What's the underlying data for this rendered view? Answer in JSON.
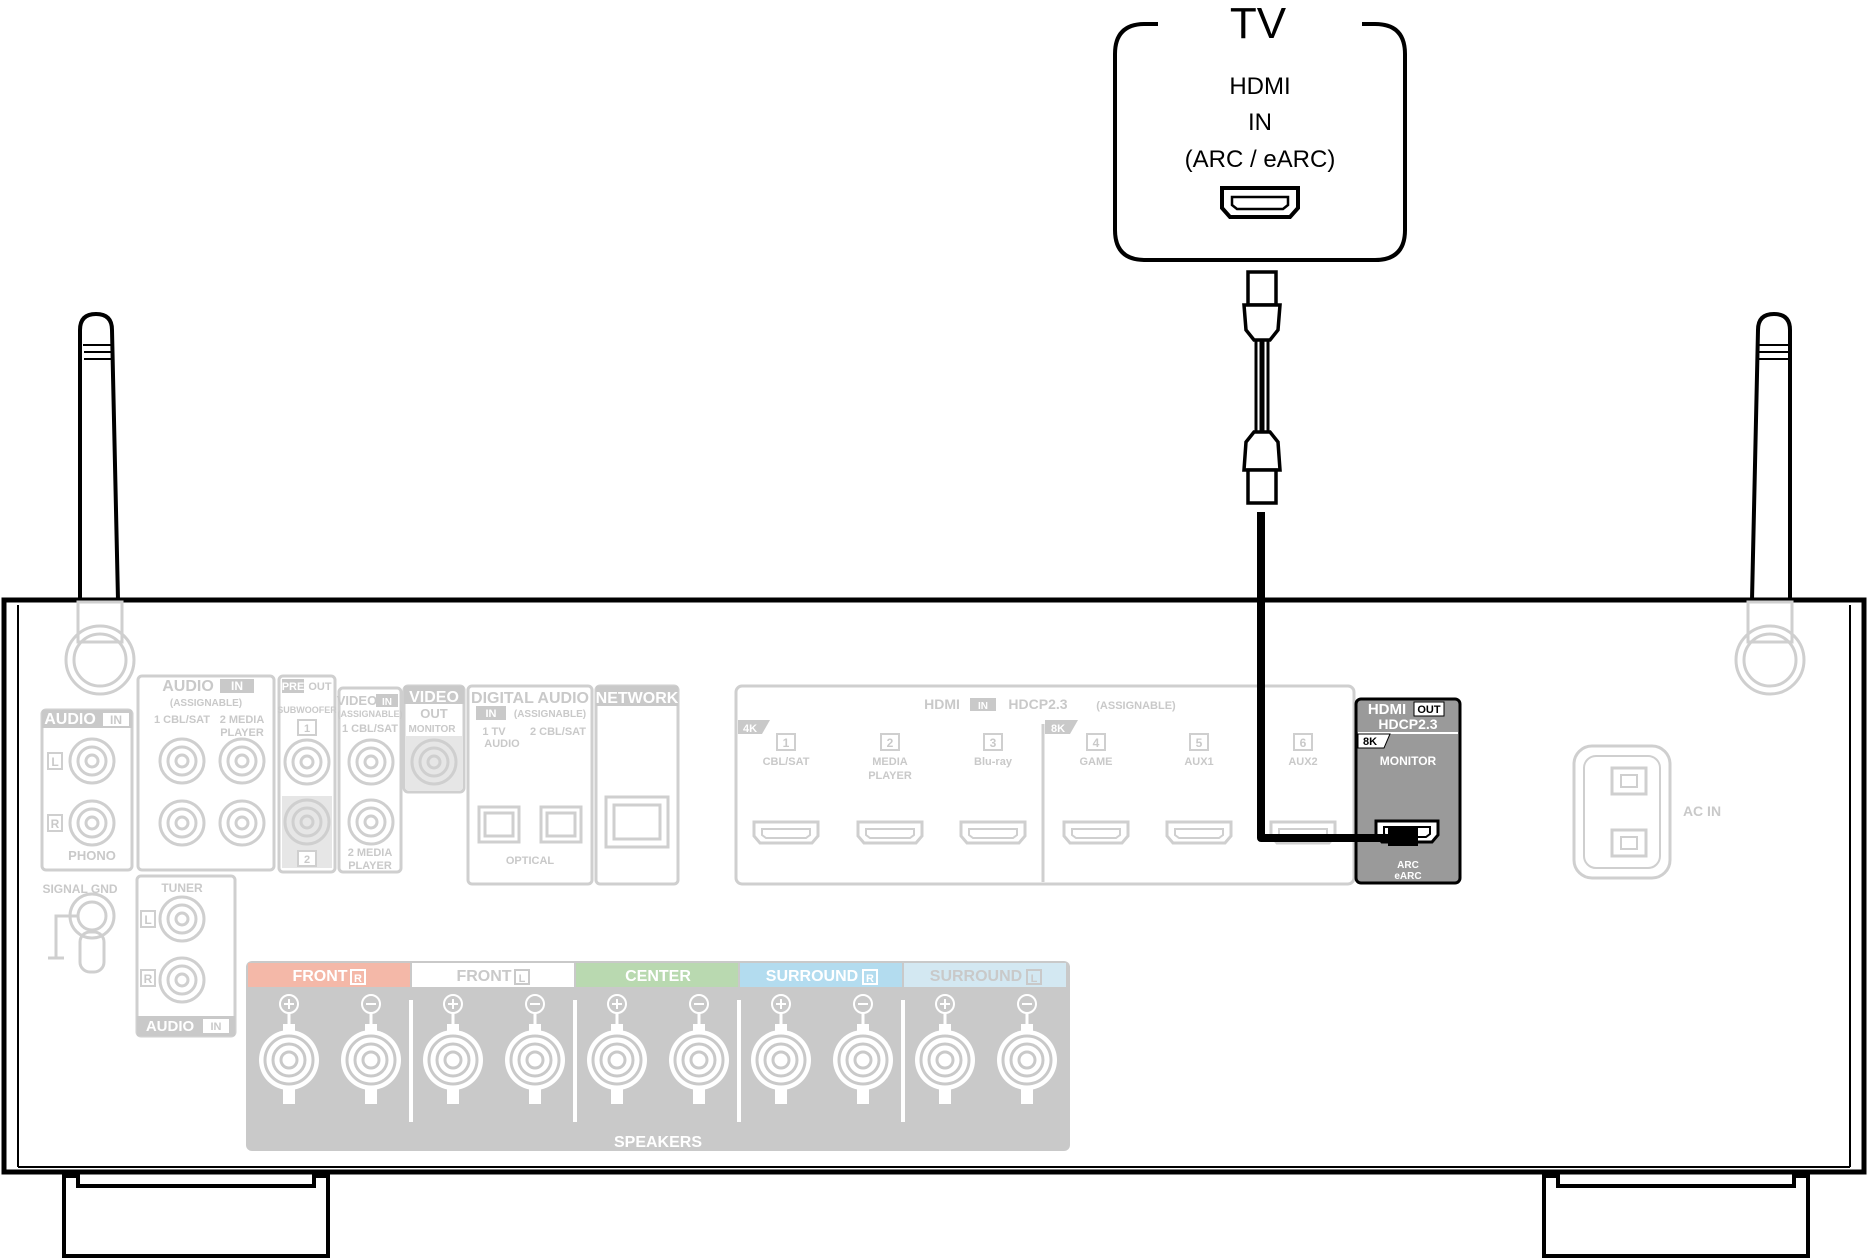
{
  "tv": {
    "title": "TV",
    "port_line1": "HDMI",
    "port_line2": "IN",
    "port_line3": "(ARC / eARC)"
  },
  "receiver": {
    "audio_in_group": {
      "label": "AUDIO",
      "badge": "IN",
      "sub": "(ASSIGNABLE)",
      "ch1": "1 CBL/SAT",
      "ch2a": "2 MEDIA",
      "ch2b": "PLAYER"
    },
    "phono": {
      "label": "AUDIO",
      "badge": "IN",
      "l": "L",
      "r": "R",
      "name": "PHONO"
    },
    "pre_out": {
      "pre": "PRE",
      "out": "OUT",
      "sub": "SUBWOOFER",
      "n1": "1",
      "n2": "2"
    },
    "video_in": {
      "label": "VIDEO",
      "badge": "IN",
      "sub": "(ASSIGNABLE)",
      "ch1": "1 CBL/SAT",
      "ch2a": "2 MEDIA",
      "ch2b": "PLAYER"
    },
    "video_out": {
      "label": "VIDEO",
      "badge": "OUT",
      "sub": "MONITOR"
    },
    "digital_audio": {
      "label": "DIGITAL AUDIO",
      "badge": "IN",
      "sub": "(ASSIGNABLE)",
      "ch1a": "1   TV",
      "ch1b": "AUDIO",
      "ch2": "2 CBL/SAT",
      "name": "OPTICAL"
    },
    "network": {
      "label": "NETWORK"
    },
    "signal_gnd": {
      "label": "SIGNAL GND"
    },
    "tuner": {
      "label": "TUNER",
      "l": "L",
      "r": "R",
      "audio": "AUDIO",
      "badge": "IN"
    },
    "hdmi_in": {
      "label": "HDMI",
      "badge": "IN",
      "hdcp": "HDCP2.3",
      "sub": "(ASSIGNABLE)",
      "res4k": "4K",
      "res8k": "8K",
      "ports": [
        {
          "num": "1",
          "name": "CBL/SAT",
          "name2": ""
        },
        {
          "num": "2",
          "name": "MEDIA",
          "name2": "PLAYER"
        },
        {
          "num": "3",
          "name": "Blu-ray",
          "name2": ""
        },
        {
          "num": "4",
          "name": "GAME",
          "name2": ""
        },
        {
          "num": "5",
          "name": "AUX1",
          "name2": ""
        },
        {
          "num": "6",
          "name": "AUX2",
          "name2": ""
        }
      ]
    },
    "hdmi_out": {
      "label": "HDMI",
      "badge": "OUT",
      "hdcp": "HDCP2.3",
      "res": "8K",
      "name": "MONITOR",
      "arc": "ARC",
      "earc": "eARC"
    },
    "ac_in": {
      "label": "AC IN"
    },
    "speakers": {
      "label": "SPEAKERS",
      "channels": [
        {
          "name": "FRONT",
          "side": "R",
          "color": "#f4b8a8"
        },
        {
          "name": "FRONT",
          "side": "L",
          "color": "#ffffff"
        },
        {
          "name": "CENTER",
          "side": "",
          "color": "#b9d9b0"
        },
        {
          "name": "SURROUND",
          "side": "R",
          "color": "#b3dcef"
        },
        {
          "name": "SURROUND",
          "side": "L",
          "color": "#d3e8f2"
        }
      ]
    }
  }
}
